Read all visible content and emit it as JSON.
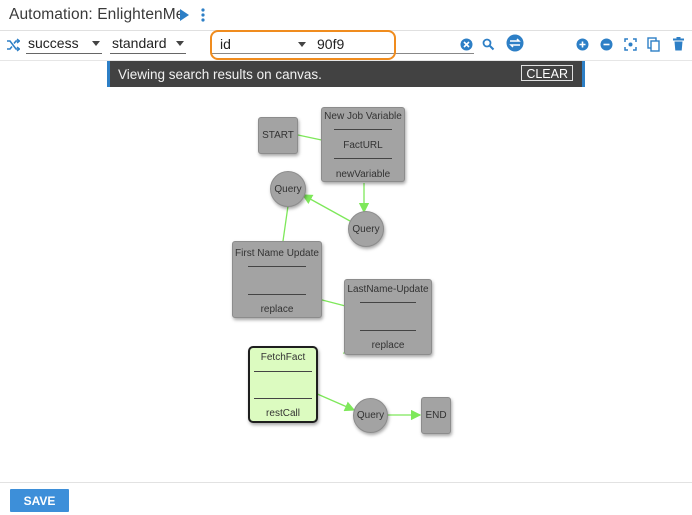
{
  "header": {
    "title": "Automation: EnlightenMe"
  },
  "toolbar": {
    "status_filter": "success",
    "level_filter": "standard",
    "search_field": "id",
    "search_value": "90f9"
  },
  "banner": {
    "message": "Viewing search results on canvas.",
    "clear_label": "CLEAR"
  },
  "nodes": {
    "start": "START",
    "new_job_variable": {
      "title": "New Job Variable",
      "middle": "FactURL",
      "bottom": "newVariable"
    },
    "query1": "Query",
    "query2": "Query",
    "first_name_update": {
      "title": "First Name Update",
      "bottom": "replace"
    },
    "last_name_update": {
      "title": "LastName-Update",
      "bottom": "replace"
    },
    "fetch_fact": {
      "title": "FetchFact",
      "bottom": "restCall"
    },
    "query3": "Query",
    "end": "END"
  },
  "footer": {
    "save_label": "SAVE"
  },
  "colors": {
    "accent": "#2d7fc6",
    "highlight": "#f08c1e",
    "edge": "#7ee85a",
    "active_node": "#dcfbc0"
  }
}
